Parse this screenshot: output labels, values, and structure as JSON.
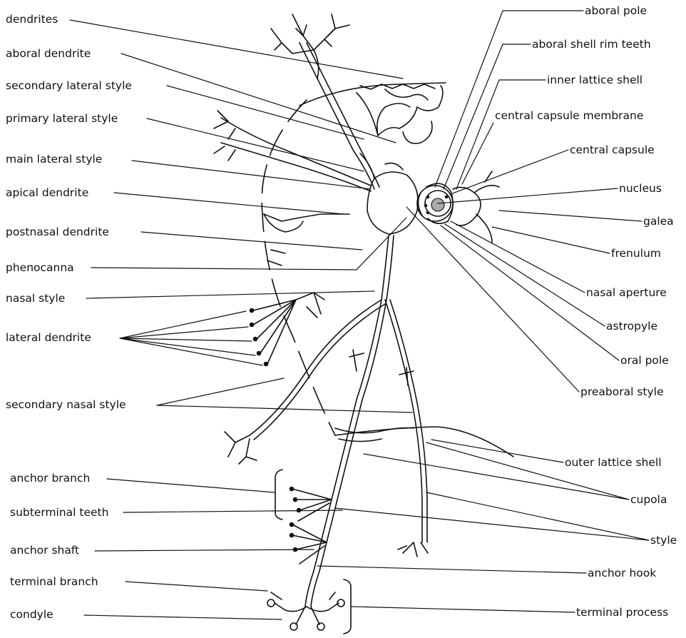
{
  "labels_left": [
    {
      "id": "dendrites",
      "text": "dendrites"
    },
    {
      "id": "aboral-dendrite",
      "text": "aboral dendrite"
    },
    {
      "id": "secondary-lateral-style",
      "text": "secondary lateral style"
    },
    {
      "id": "primary-lateral-style",
      "text": "primary lateral style"
    },
    {
      "id": "main-lateral-style",
      "text": "main lateral style"
    },
    {
      "id": "apical-dendrite",
      "text": "apical dendrite"
    },
    {
      "id": "postnasal-dendrite",
      "text": "postnasal dendrite"
    },
    {
      "id": "phenocanna",
      "text": "phenocanna"
    },
    {
      "id": "nasal-style",
      "text": "nasal style"
    },
    {
      "id": "lateral-dendrite",
      "text": "lateral dendrite"
    },
    {
      "id": "secondary-nasal-style",
      "text": "secondary nasal style"
    },
    {
      "id": "anchor-branch",
      "text": "anchor branch"
    },
    {
      "id": "subterminal-teeth",
      "text": "subterminal teeth"
    },
    {
      "id": "anchor-shaft",
      "text": "anchor shaft"
    },
    {
      "id": "terminal-branch",
      "text": "terminal branch"
    },
    {
      "id": "condyle",
      "text": "condyle"
    }
  ],
  "labels_right": [
    {
      "id": "aboral-pole",
      "text": "aboral pole"
    },
    {
      "id": "aboral-shell-rim-teeth",
      "text": "aboral shell rim teeth"
    },
    {
      "id": "inner-lattice-shell",
      "text": "inner lattice shell"
    },
    {
      "id": "central-capsule-membrane",
      "text": "central capsule membrane"
    },
    {
      "id": "central-capsule",
      "text": "central capsule"
    },
    {
      "id": "nucleus",
      "text": "nucleus"
    },
    {
      "id": "galea",
      "text": "galea"
    },
    {
      "id": "frenulum",
      "text": "frenulum"
    },
    {
      "id": "nasal-aperture",
      "text": "nasal aperture"
    },
    {
      "id": "astropyle",
      "text": "astropyle"
    },
    {
      "id": "oral-pole",
      "text": "oral pole"
    },
    {
      "id": "preaboral-style",
      "text": "preaboral style"
    },
    {
      "id": "outer-lattice-shell",
      "text": "outer lattice shell"
    },
    {
      "id": "cupola",
      "text": "cupola"
    },
    {
      "id": "style",
      "text": "style"
    },
    {
      "id": "anchor-hook",
      "text": "anchor hook"
    },
    {
      "id": "terminal-process",
      "text": "terminal process"
    }
  ]
}
